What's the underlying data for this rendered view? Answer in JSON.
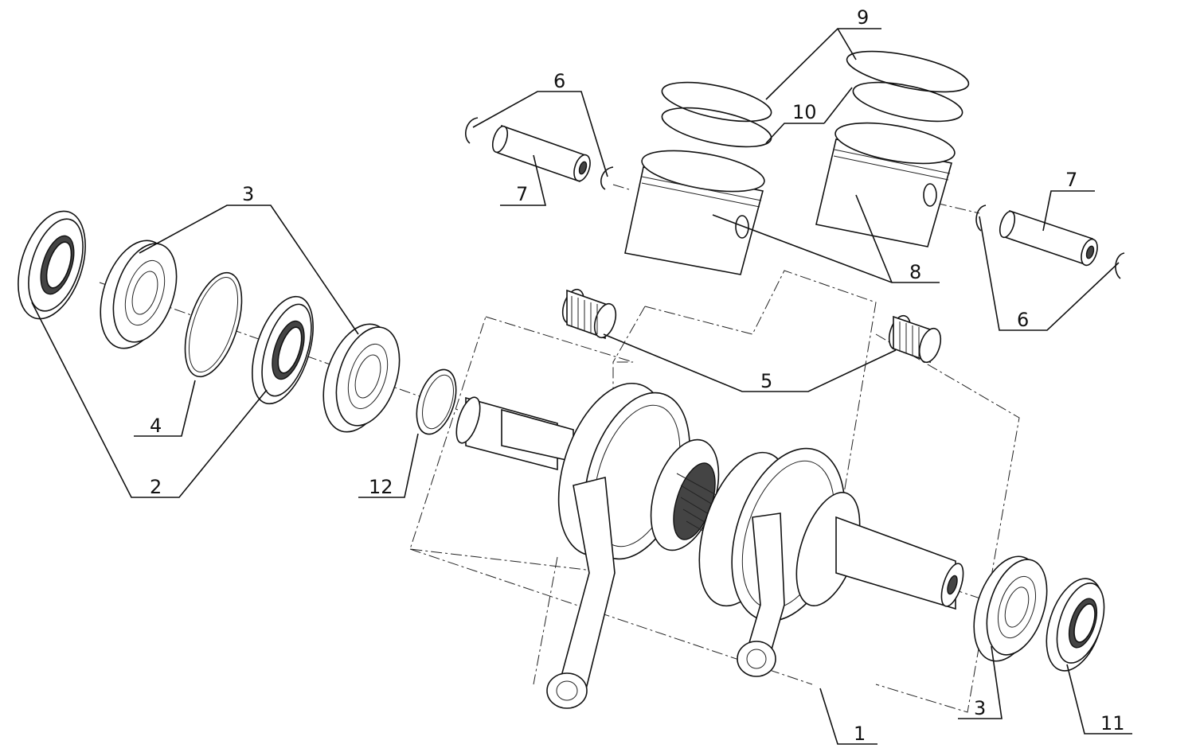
{
  "callouts": {
    "c1": "1",
    "c2": "2",
    "c3a": "3",
    "c3b": "3",
    "c4": "4",
    "c5": "5",
    "c6a": "6",
    "c6b": "6",
    "c7a": "7",
    "c7b": "7",
    "c8": "8",
    "c9": "9",
    "c10": "10",
    "c11": "11",
    "c12": "12"
  }
}
